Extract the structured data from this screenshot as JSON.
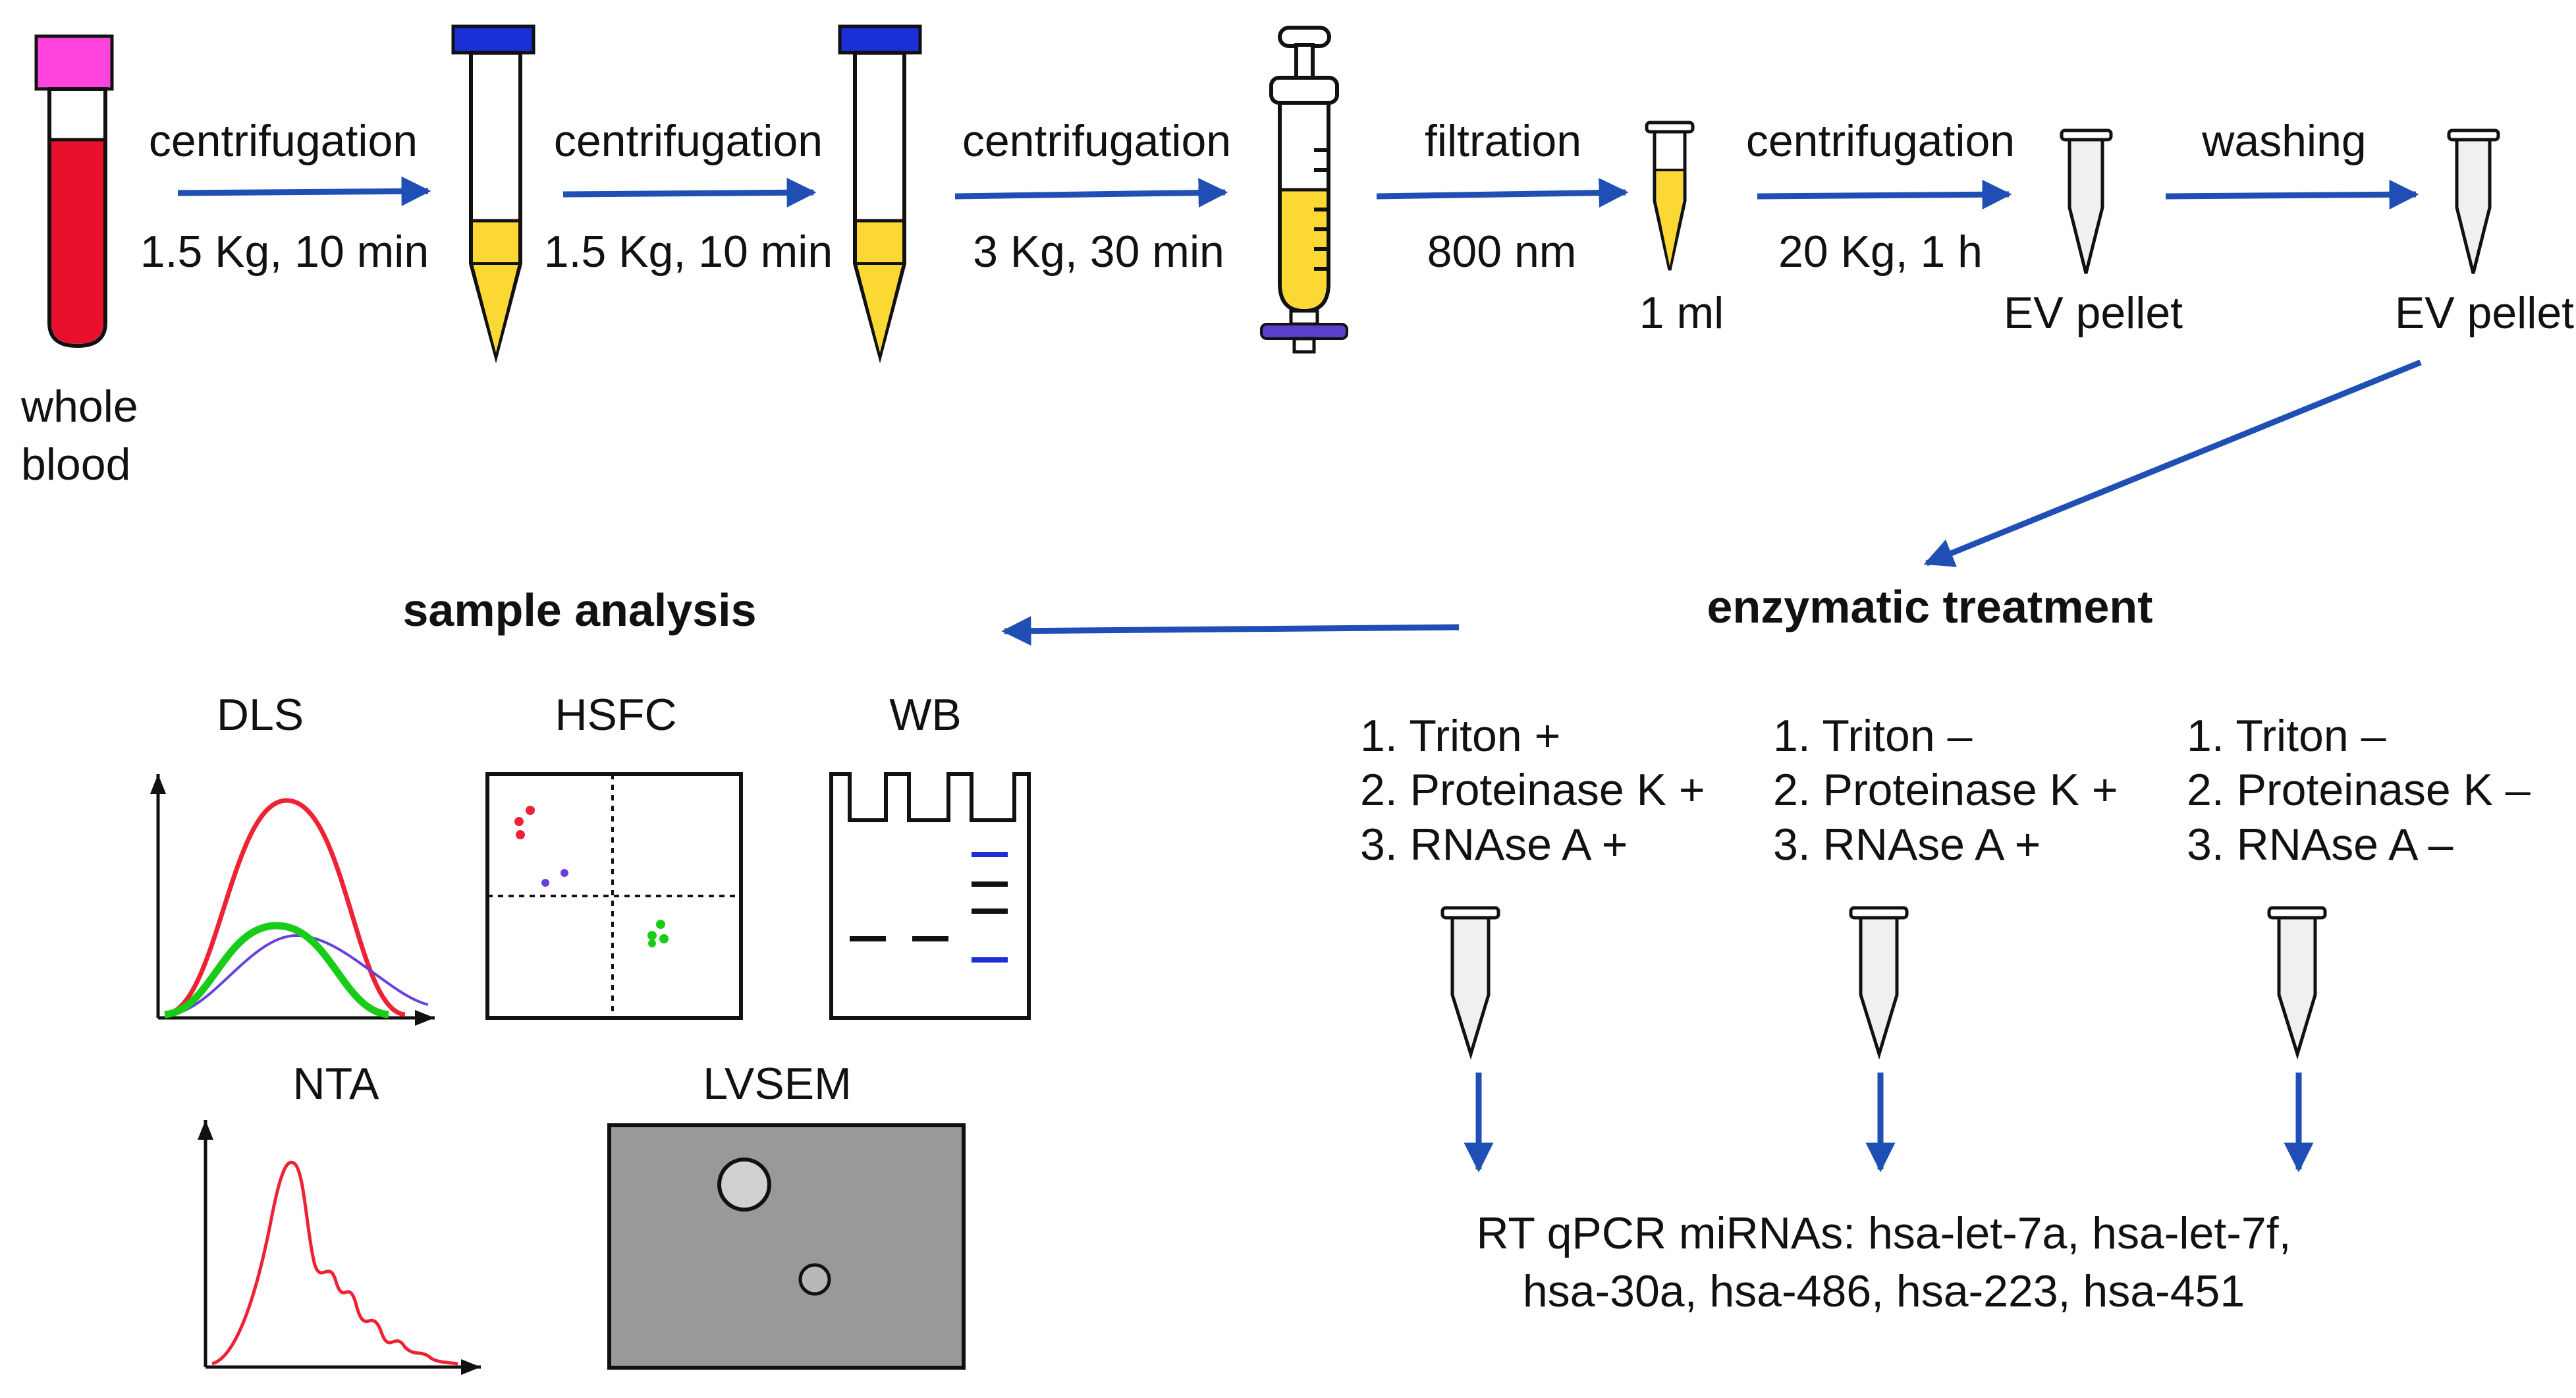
{
  "input": {
    "label_line1": "whole",
    "label_line2": "blood"
  },
  "steps": [
    {
      "top": "centrifugation",
      "bottom": "1.5 Kg, 10 min"
    },
    {
      "top": "centrifugation",
      "bottom": "1.5 Kg, 10 min"
    },
    {
      "top": "centrifugation",
      "bottom": "3 Kg, 30 min"
    },
    {
      "top": "filtration",
      "bottom": "800 nm"
    },
    {
      "top": "centrifugation",
      "bottom": "20 Kg, 1 h"
    },
    {
      "top": "washing",
      "bottom": ""
    }
  ],
  "tube_labels": {
    "volume": "1 ml",
    "pellet": "EV pellet",
    "pellet_washed": "EV pellet"
  },
  "sample_analysis": {
    "title": "sample analysis",
    "methods": [
      "DLS",
      "HSFC",
      "WB",
      "NTA",
      "LVSEM"
    ]
  },
  "enzymatic": {
    "title": "enzymatic treatment",
    "conditions": [
      [
        "1. Triton +",
        "2. Proteinase K +",
        "3. RNAse A +"
      ],
      [
        "1. Triton –",
        "2. Proteinase K +",
        "3. RNAse A +"
      ],
      [
        "1. Triton –",
        "2. Proteinase K –",
        "3. RNAse A –"
      ]
    ]
  },
  "result": {
    "line1": "RT qPCR miRNAs: hsa-let-7a, hsa-let-7f,",
    "line2": "hsa-30a, hsa-486, hsa-223, hsa-451"
  },
  "colors": {
    "arrow_blue": "#1f4fb5",
    "blood_red": "#e8102a",
    "cap_magenta": "#ff44dd",
    "cap_blue": "#1a2fd6",
    "plasma_yellow": "#fcd835",
    "plunger_purple": "#5b3fc8",
    "band_blue": "#1a2fd6",
    "dls_red": "#ee2233",
    "dls_green": "#19cc19",
    "dls_purple": "#6a3fe0",
    "sem_gray": "#999999"
  }
}
